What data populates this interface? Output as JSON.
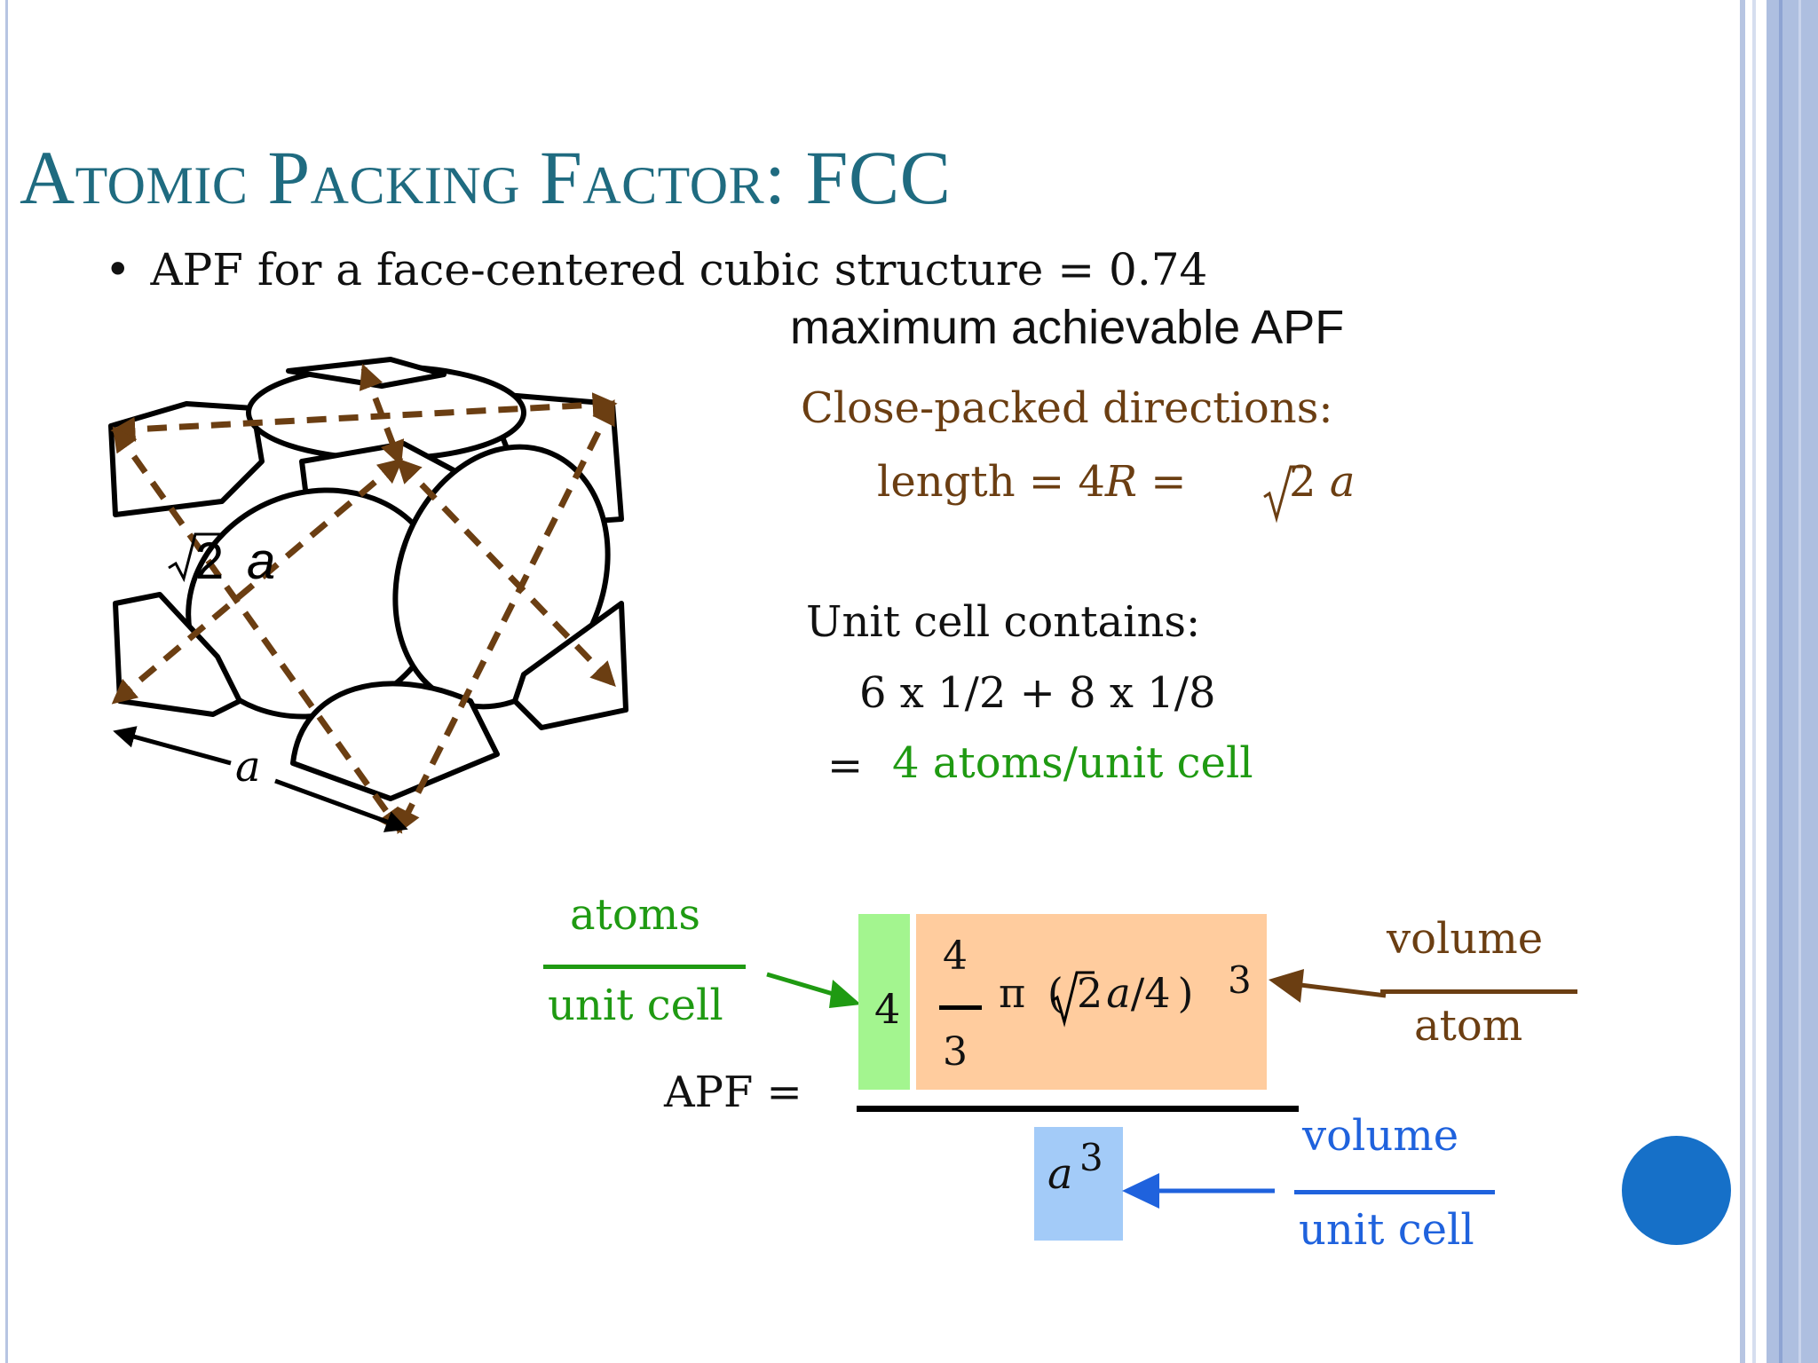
{
  "slide": {
    "title": "Atomic Packing Factor:  FCC",
    "bullet": "APF for a face-centered cubic structure = 0.74",
    "note": "maximum achievable APF"
  },
  "figure": {
    "diag_label_radical": "2",
    "diag_label_a": "a",
    "edge_label": "a"
  },
  "close_packed": {
    "heading": "Close-packed directions:",
    "length_prefix": "length = 4",
    "length_R": "R",
    "length_eq": " =",
    "sqrt_num": "2",
    "sqrt_var": "a"
  },
  "unit_cell": {
    "heading": "Unit cell contains:",
    "count": "6 x 1/2 + 8 x 1/8",
    "equals": "=",
    "result": "4 atoms/unit cell"
  },
  "apf": {
    "label": "APF =",
    "atoms_num": "atoms",
    "atoms_den": "unit cell",
    "green_value": "4",
    "frac_num": "4",
    "frac_den": "3",
    "pi": "π",
    "open": "(",
    "radical": "2",
    "a": "a",
    "over4": "/4",
    "close": ")",
    "cube": "3",
    "vol_atom_num": "volume",
    "vol_atom_den": "atom",
    "den_a": "a",
    "den_exp": "3",
    "vol_cell_num": "volume",
    "vol_cell_den": "unit cell"
  },
  "colors": {
    "title": "#1f6b80",
    "brown": "#6b3e12",
    "green": "#1f9a12",
    "blue": "#1f62dd",
    "green_box": "#a3f58f",
    "orange_box": "#ffcc9e",
    "blue_box": "#a3cbf8",
    "circle": "#1670c8"
  }
}
